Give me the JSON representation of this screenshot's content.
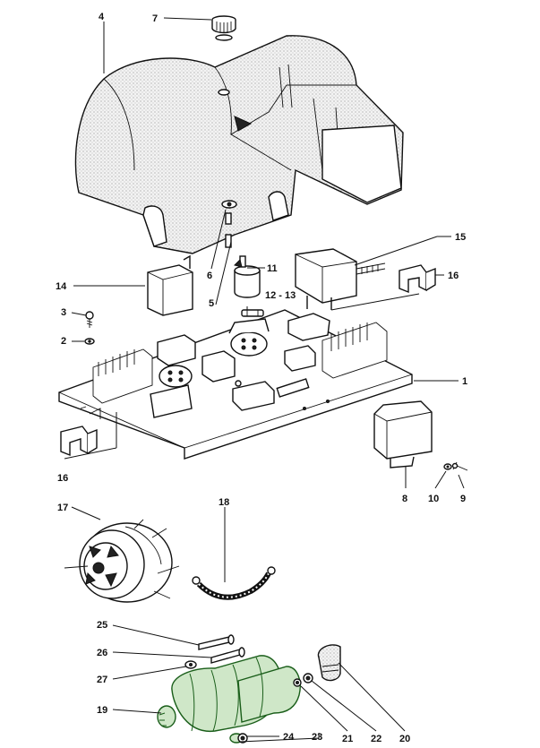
{
  "labels": {
    "l1": "1",
    "l2": "2",
    "l3": "3",
    "l4": "4",
    "l5": "5",
    "l6": "6",
    "l7": "7",
    "l8": "8",
    "l9": "9",
    "l10": "10",
    "l11": "11",
    "l12_13": "12 - 13",
    "l14": "14",
    "l15": "15",
    "l16a": "16",
    "l16b": "16",
    "l17": "17",
    "l18": "18",
    "l19": "19",
    "l20": "20",
    "l21": "21",
    "l22": "22",
    "l23": "23",
    "l24": "24",
    "l25": "25",
    "l26": "26",
    "l27": "27"
  },
  "colors": {
    "ink": "#111111",
    "starter_highlight": "#cfe7c8",
    "starter_outline": "#1a5e1a"
  }
}
